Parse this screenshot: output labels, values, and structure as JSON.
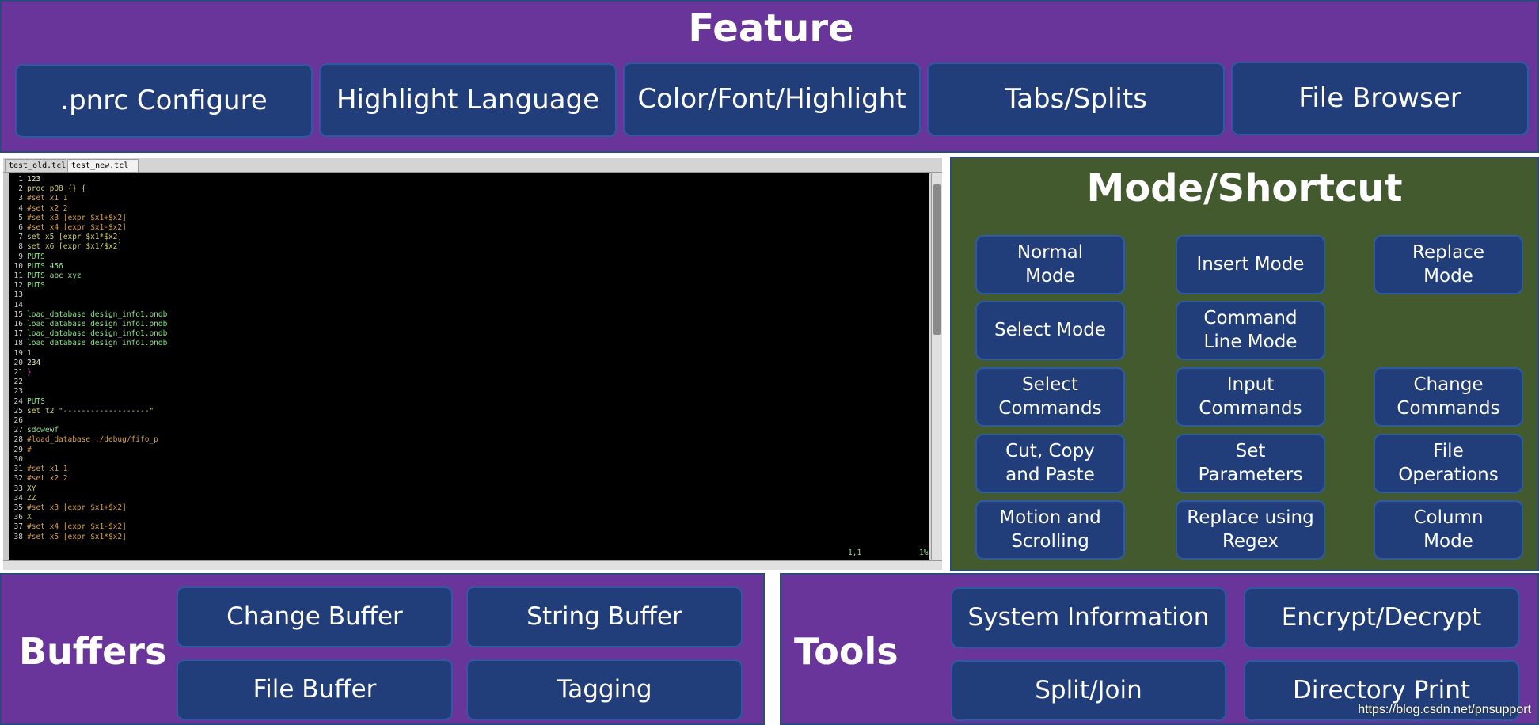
{
  "feature": {
    "title": "Feature",
    "items": [
      ".pnrc Configure",
      "Highlight Language",
      "Color/Font/Highlight",
      "Tabs/Splits",
      "File Browser"
    ]
  },
  "editor": {
    "tabs": [
      "test_old.tcl",
      "test_new.tcl"
    ],
    "lines": [
      {
        "n": "1",
        "t": "123",
        "c": "c-def"
      },
      {
        "n": "2",
        "t": "proc p08 {} {",
        "c": "c-cmd"
      },
      {
        "n": "3",
        "t": "#set x1 1",
        "c": "c-cmt"
      },
      {
        "n": "4",
        "t": "#set x2 2",
        "c": "c-cmt"
      },
      {
        "n": "5",
        "t": "#set x3 [expr $x1+$x2]",
        "c": "c-cmt"
      },
      {
        "n": "6",
        "t": "#set x4 [expr $x1-$x2]",
        "c": "c-cmt"
      },
      {
        "n": "7",
        "t": "set x5 [expr $x1*$x2]",
        "c": "c-cmd"
      },
      {
        "n": "8",
        "t": "set x6 [expr $x1/$x2]",
        "c": "c-cmd"
      },
      {
        "n": "9",
        "t": "PUTS",
        "c": "c-grn"
      },
      {
        "n": "10",
        "t": "PUTS 456",
        "c": "c-grn"
      },
      {
        "n": "11",
        "t": "PUTS abc xyz",
        "c": "c-grn"
      },
      {
        "n": "12",
        "t": "PUTS",
        "c": "c-grn"
      },
      {
        "n": "13",
        "t": "",
        "c": "c-def"
      },
      {
        "n": "14",
        "t": "",
        "c": "c-def"
      },
      {
        "n": "15",
        "t": "load_database design_info1.pndb",
        "c": "c-grn"
      },
      {
        "n": "16",
        "t": "load_database design_info1.pndb",
        "c": "c-grn"
      },
      {
        "n": "17",
        "t": "load_database design_info1.pndb",
        "c": "c-grn"
      },
      {
        "n": "18",
        "t": "load_database design_info1.pndb",
        "c": "c-grn"
      },
      {
        "n": "19",
        "t": "1",
        "c": "c-def"
      },
      {
        "n": "20",
        "t": "234",
        "c": "c-def"
      },
      {
        "n": "21",
        "t": "}",
        "c": "c-key"
      },
      {
        "n": "22",
        "t": "",
        "c": "c-def"
      },
      {
        "n": "23",
        "t": "",
        "c": "c-def"
      },
      {
        "n": "24",
        "t": "PUTS",
        "c": "c-grn"
      },
      {
        "n": "25",
        "t": "set t2 \"-------------------\"",
        "c": "c-cmd"
      },
      {
        "n": "26",
        "t": "",
        "c": "c-def"
      },
      {
        "n": "27",
        "t": "sdcwewf",
        "c": "c-grn"
      },
      {
        "n": "28",
        "t": "#load_database ./debug/fifo_p",
        "c": "c-cmt"
      },
      {
        "n": "29",
        "t": "#",
        "c": "c-cmt"
      },
      {
        "n": "30",
        "t": "",
        "c": "c-def"
      },
      {
        "n": "31",
        "t": "#set x1 1",
        "c": "c-cmt"
      },
      {
        "n": "32",
        "t": "#set x2 2",
        "c": "c-cmt"
      },
      {
        "n": "33",
        "t": "XY",
        "c": "c-cmd"
      },
      {
        "n": "34",
        "t": "ZZ",
        "c": "c-cmd"
      },
      {
        "n": "35",
        "t": "#set x3 [expr $x1+$x2]",
        "c": "c-cmt"
      },
      {
        "n": "36",
        "t": "X",
        "c": "c-cmd"
      },
      {
        "n": "37",
        "t": "#set x4 [expr $x1-$x2]",
        "c": "c-cmt"
      },
      {
        "n": "38",
        "t": "#set x5 [expr $x1*$x2]",
        "c": "c-cmt"
      }
    ],
    "cursor_pos": "1,1",
    "scroll_percent": "1%"
  },
  "mode": {
    "title": "Mode/Shortcut",
    "items": [
      [
        "Normal",
        "Mode"
      ],
      [
        "Insert Mode"
      ],
      [
        "Replace",
        "Mode"
      ],
      [
        "Select Mode"
      ],
      [
        "Command",
        "Line Mode"
      ],
      [
        "Select",
        "Commands"
      ],
      [
        "Input",
        "Commands"
      ],
      [
        "Change",
        "Commands"
      ],
      [
        "Cut, Copy",
        "and Paste"
      ],
      [
        "Set",
        "Parameters"
      ],
      [
        "File",
        "Operations"
      ],
      [
        "Motion and",
        "Scrolling"
      ],
      [
        "Replace using",
        "Regex"
      ],
      [
        "Column",
        "Mode"
      ]
    ]
  },
  "buffers": {
    "title": "Buffers",
    "items": [
      "Change Buffer",
      "String Buffer",
      "File Buffer",
      "Tagging"
    ]
  },
  "tools": {
    "title": "Tools",
    "items": [
      "System Information",
      "Encrypt/Decrypt",
      "Split/Join",
      "Directory Print"
    ]
  },
  "watermark": "https://blog.csdn.net/pnsupport"
}
